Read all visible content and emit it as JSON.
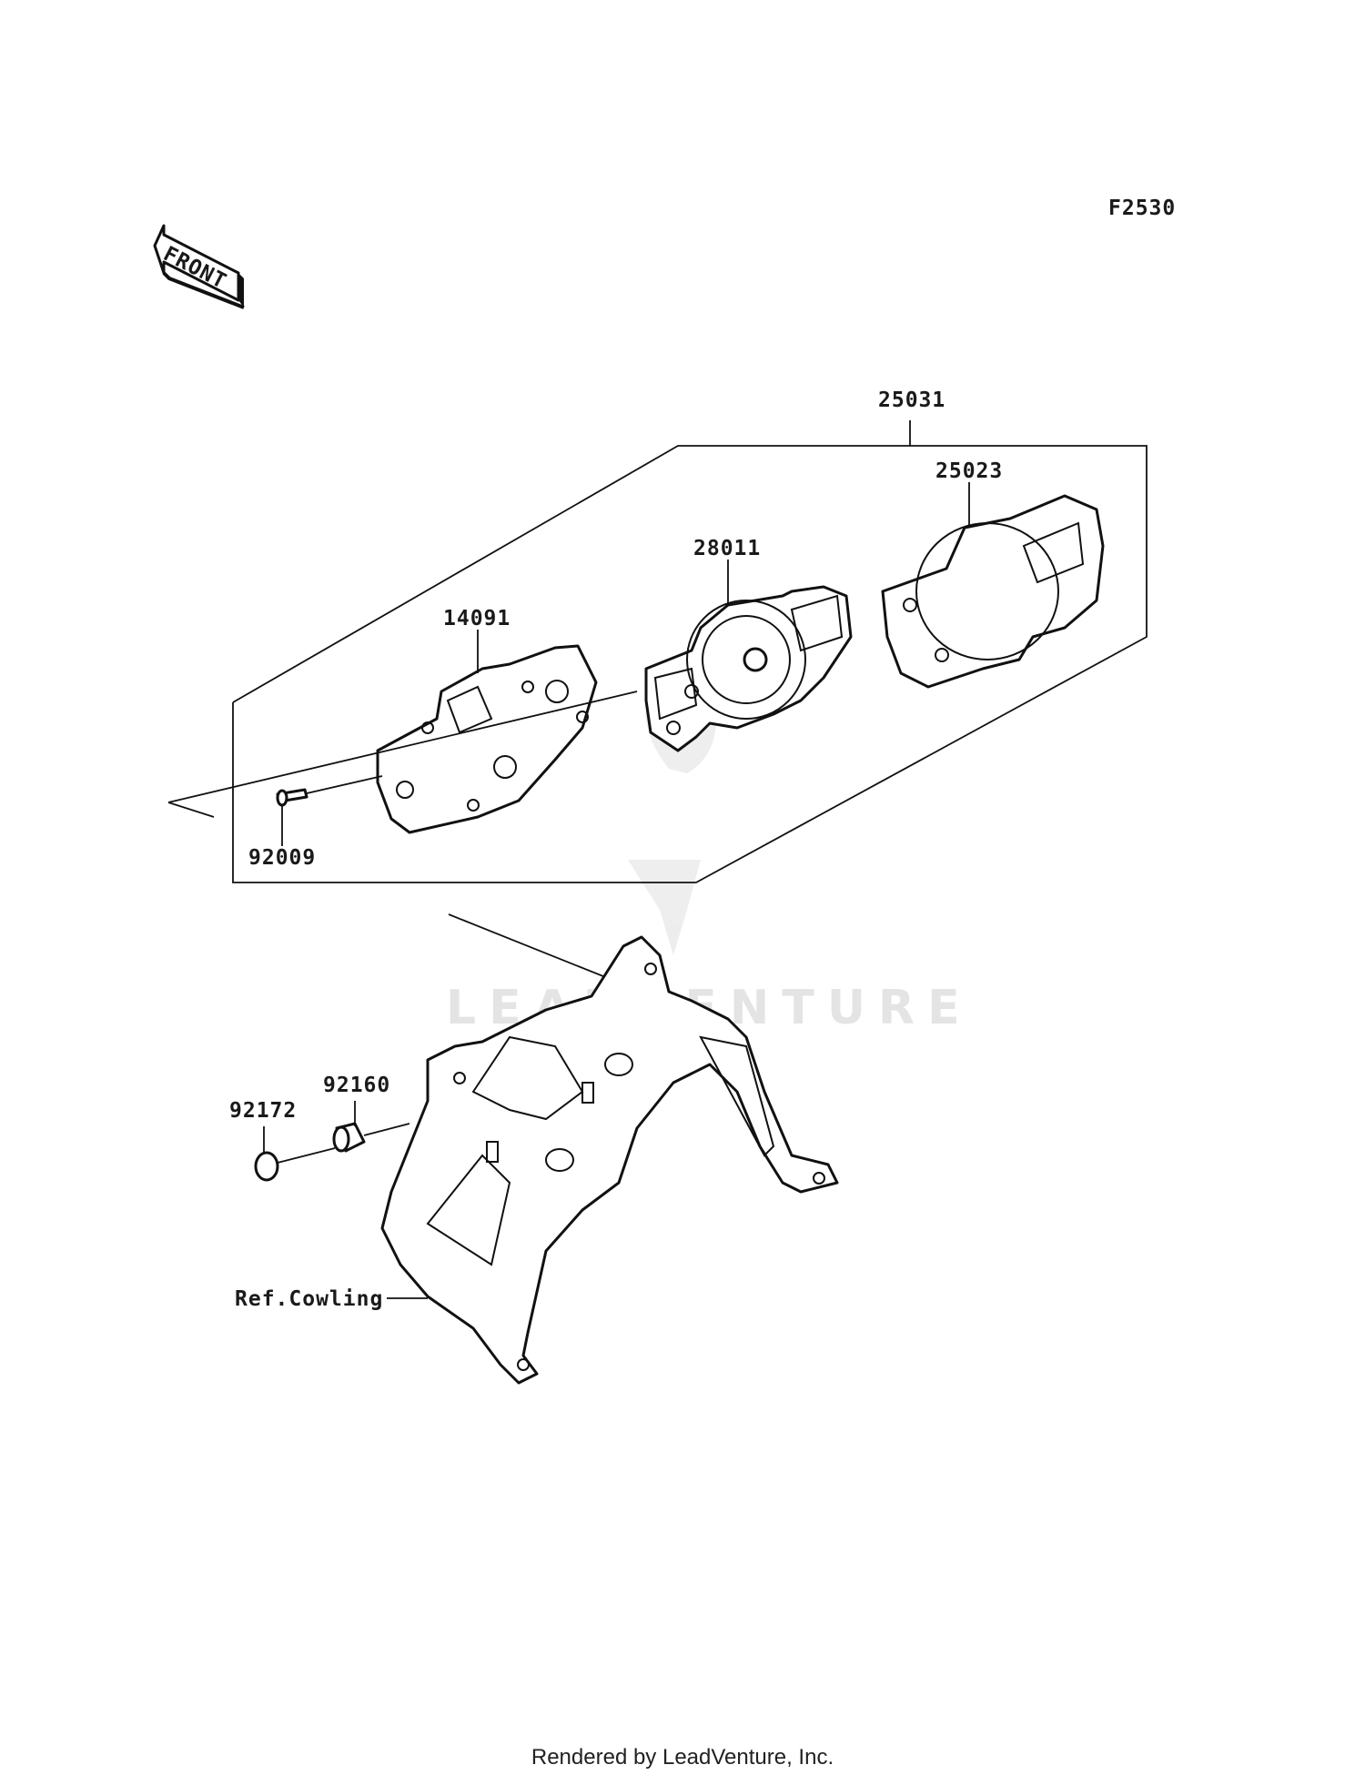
{
  "diagram": {
    "code": "F2530",
    "front_label": "FRONT",
    "watermark": "LEADVENTURE",
    "parts": {
      "assembly": "25031",
      "cover": "25023",
      "meter": "28011",
      "case": "14091",
      "screw": "92009",
      "damper": "92160",
      "bolt": "92172",
      "ref": "Ref.Cowling"
    }
  },
  "footer": {
    "text": "Rendered by LeadVenture, Inc."
  }
}
